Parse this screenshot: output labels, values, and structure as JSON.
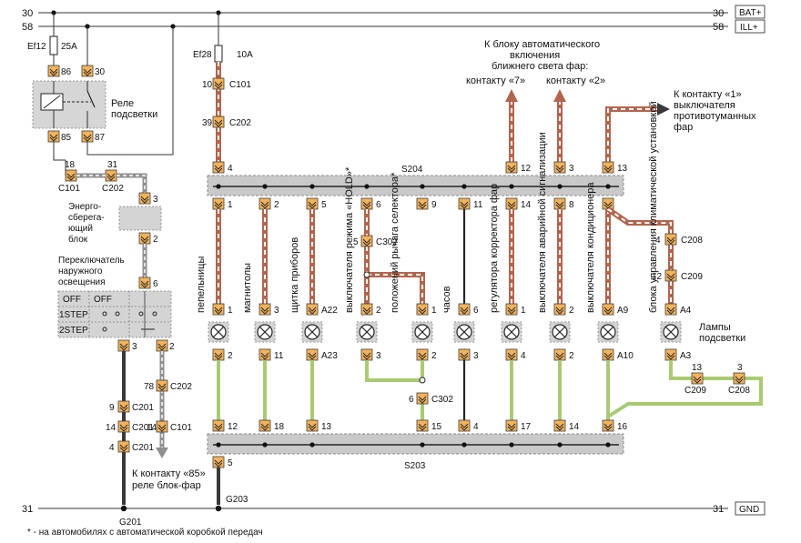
{
  "rails": {
    "left_top": "30",
    "left_bot": "58",
    "left_gnd": "31",
    "right_top": "30",
    "right_bot": "58",
    "right_gnd": "31",
    "bat_tag": "BAT+",
    "ill_tag": "ILL+",
    "gnd_tag": "GND"
  },
  "fuses": {
    "ef12": "Ef12",
    "ef12_rating": "25A",
    "ef28": "Ef28",
    "ef28_rating": "10A"
  },
  "relay": {
    "label_line1": "Реле",
    "label_line2": "подсветки",
    "pins": [
      "86",
      "30",
      "85",
      "87"
    ]
  },
  "connectors": {
    "c101": "C101",
    "c202": "C202",
    "c302": "C302",
    "c201": "C201",
    "c208": "C208",
    "c209": "C209",
    "c101_pin1": "10",
    "c202_pin1": "39",
    "c101_left_pin": "18",
    "c202_left_pin": "31",
    "c302_top_pin": "5",
    "c302_bot_pin": "6",
    "c202_lower_pin": "78",
    "c101_lower_pin": "14",
    "c201_pin_a": "9",
    "c201_pin_b": "14",
    "c201_pin_c": "4",
    "c208_top_pin": "4",
    "c209_top_pin": "12",
    "c209_bot_pin": "13",
    "c208_bot_pin": "3"
  },
  "energy_block": {
    "line1": "Энерго-",
    "line2": "сберега-",
    "line3": "ющий",
    "line4": "блок",
    "pin_top": "3",
    "pin_bot": "2"
  },
  "switch": {
    "line1": "Переключатель",
    "line2": "наружного",
    "line3": "освещения",
    "rows": [
      "OFF",
      "1STEP",
      "2STEP"
    ],
    "pin_in": "6",
    "pin_out1": "3",
    "pin_out2": "2"
  },
  "splices": {
    "s204": "S204",
    "s203": "S203",
    "s204_top_pins": [
      "4",
      "12",
      "3",
      "13"
    ],
    "s204_bottom_pins": [
      "1",
      "2",
      "5",
      "6",
      "9",
      "11",
      "14",
      "8"
    ],
    "s203_top_pins": [
      "12",
      "18",
      "13",
      "15",
      "4",
      "17",
      "14",
      "16"
    ],
    "s203_bottom_pin": "5"
  },
  "lamps": [
    {
      "label": "пепельницы",
      "pin_top": "1",
      "pin_bot": "2"
    },
    {
      "label": "магнитолы",
      "pin_top": "3",
      "pin_bot": "11"
    },
    {
      "label": "щитка приборов",
      "pin_top": "A22",
      "pin_bot": "A23"
    },
    {
      "label": "выключателя режима «HOLD»*",
      "pin_top": "2",
      "pin_bot": "3"
    },
    {
      "label": "положений рычага селектора*",
      "pin_top": "1",
      "pin_bot": "2"
    },
    {
      "label": "часов",
      "pin_top": "6",
      "pin_bot": "3"
    },
    {
      "label": "регулятора корректора фар",
      "pin_top": "1",
      "pin_bot": "4"
    },
    {
      "label": "выключателя аварийной сигнализации",
      "pin_top": "2",
      "pin_bot": "2"
    },
    {
      "label": "выключателя кондиционера",
      "pin_top": "A9",
      "pin_bot": "A10"
    },
    {
      "label": "блока управления климатической установкой",
      "pin_top": "A4",
      "pin_bot": "A3"
    }
  ],
  "annotations": {
    "headlamp_block": [
      "К блоку автоматического",
      "включения",
      "ближнего света фар:"
    ],
    "contact7": "контакту «7»",
    "contact2": "контакту «2»",
    "fog_switch": [
      "К контакту «1»",
      "выключателя",
      "противотуманных",
      "фар"
    ],
    "lamps_title": [
      "Лампы",
      "подсветки"
    ],
    "relay85": [
      "К контакту «85»",
      "реле блок-фар"
    ],
    "grounds": [
      "G201",
      "G203"
    ],
    "footnote": "* - на автомобилях с автоматической коробкой передач"
  }
}
